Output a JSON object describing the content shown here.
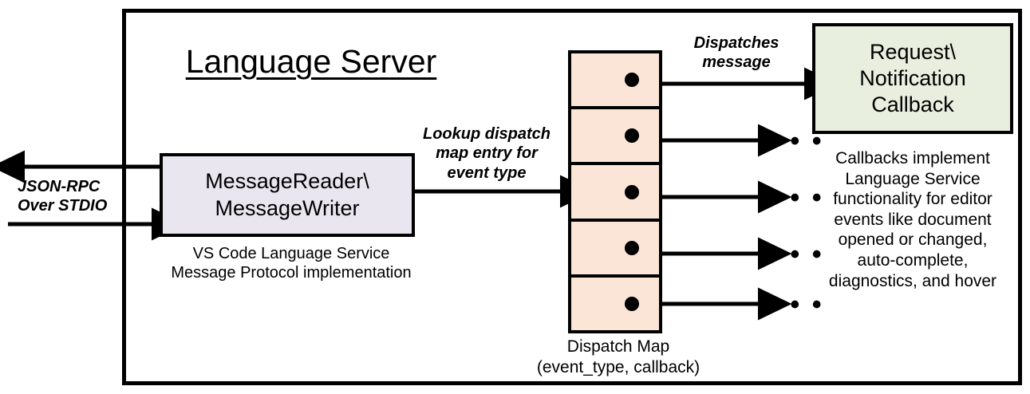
{
  "diagram": {
    "title": "Language Server",
    "boxes": {
      "message_reader": {
        "label": "MessageReader\\\nMessageWriter",
        "caption": "VS Code Language Service\nMessage Protocol implementation",
        "fill": "#EAE6F0"
      },
      "dispatch_map": {
        "caption": "Dispatch Map\n(event_type, callback)",
        "fill": "#FBE5D6",
        "row_count": 5
      },
      "callback": {
        "label": "Request\\\nNotification\nCallback",
        "caption": "Callbacks implement\nLanguage Service\nfunctionality for editor\nevents like document\nopened or changed,\nauto-complete,\ndiagnostics, and hover",
        "fill": "#E8EFDF"
      }
    },
    "edge_labels": {
      "json_rpc": "JSON-RPC\nOver STDIO",
      "lookup": "Lookup dispatch\nmap entry for\nevent type",
      "dispatches": "Dispatches\nmessage"
    },
    "ellipsis": "• • •",
    "colors": {
      "stroke": "#000000",
      "background": "#FFFFFF"
    }
  }
}
